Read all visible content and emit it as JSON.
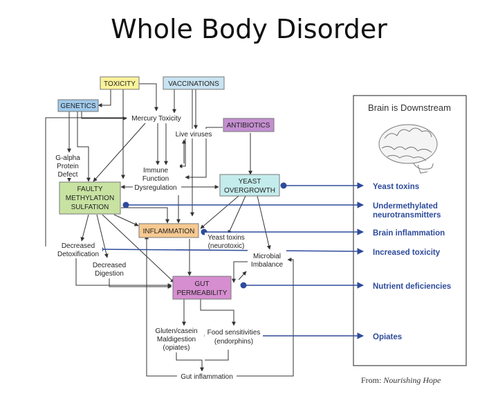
{
  "title": "Whole Body Disorder",
  "nodes": {
    "toxicity": "TOXICITY",
    "vaccinations": "VACCINATIONS",
    "genetics": "GENETICS",
    "antibiotics": "ANTIBIOTICS",
    "faulty_1": "FAULTY",
    "faulty_2": "METHYLATION",
    "faulty_3": "SULFATION",
    "yeast_1": "YEAST",
    "yeast_2": "OVERGROWTH",
    "inflammation": "INFLAMMATION",
    "gut_1": "GUT",
    "gut_2": "PERMEABILITY"
  },
  "labels": {
    "mercury": "Mercury Toxicity",
    "live_viruses": "Live viruses",
    "galpha_1": "G-alpha",
    "galpha_2": "Protein",
    "galpha_3": "Defect",
    "immune_1": "Immune",
    "immune_2": "Function",
    "immune_3": "Dysregulation",
    "yeast_tox_1": "Yeast toxins",
    "yeast_tox_2": "(neurotoxic)",
    "dec_detox_1": "Decreased",
    "dec_detox_2": "Detoxification",
    "dec_dig_1": "Decreased",
    "dec_dig_2": "Digestion",
    "microbial_1": "Microbial",
    "microbial_2": "Imbalance",
    "gluten_1": "Gluten/casein",
    "gluten_2": "Maldigestion",
    "gluten_3": "(opiates)",
    "food_1": "Food sensitivities",
    "food_2": "(endorphins)",
    "gut_infl": "Gut inflammation"
  },
  "brain_panel": {
    "title": "Brain is Downstream"
  },
  "outputs": {
    "yeast_toxins": "Yeast toxins",
    "undermethylated_1": "Undermethylated",
    "undermethylated_2": "neurotransmitters",
    "brain_inflammation": "Brain inflammation",
    "increased_toxicity": "Increased toxicity",
    "nutrient_deficiencies": "Nutrient deficiencies",
    "opiates": "Opiates"
  },
  "credit": {
    "prefix": "From: ",
    "source": "Nourishing Hope"
  },
  "colors": {
    "toxicity": "#fbf39a",
    "vaccinations": "#c9e3f2",
    "genetics": "#9fc9ea",
    "antibiotics": "#c48fd0",
    "faulty": "#c8e2a2",
    "yeast": "#c4ecec",
    "inflammation": "#f7c991",
    "gut": "#d68ed0",
    "output_blue": "#2e4b9b"
  }
}
